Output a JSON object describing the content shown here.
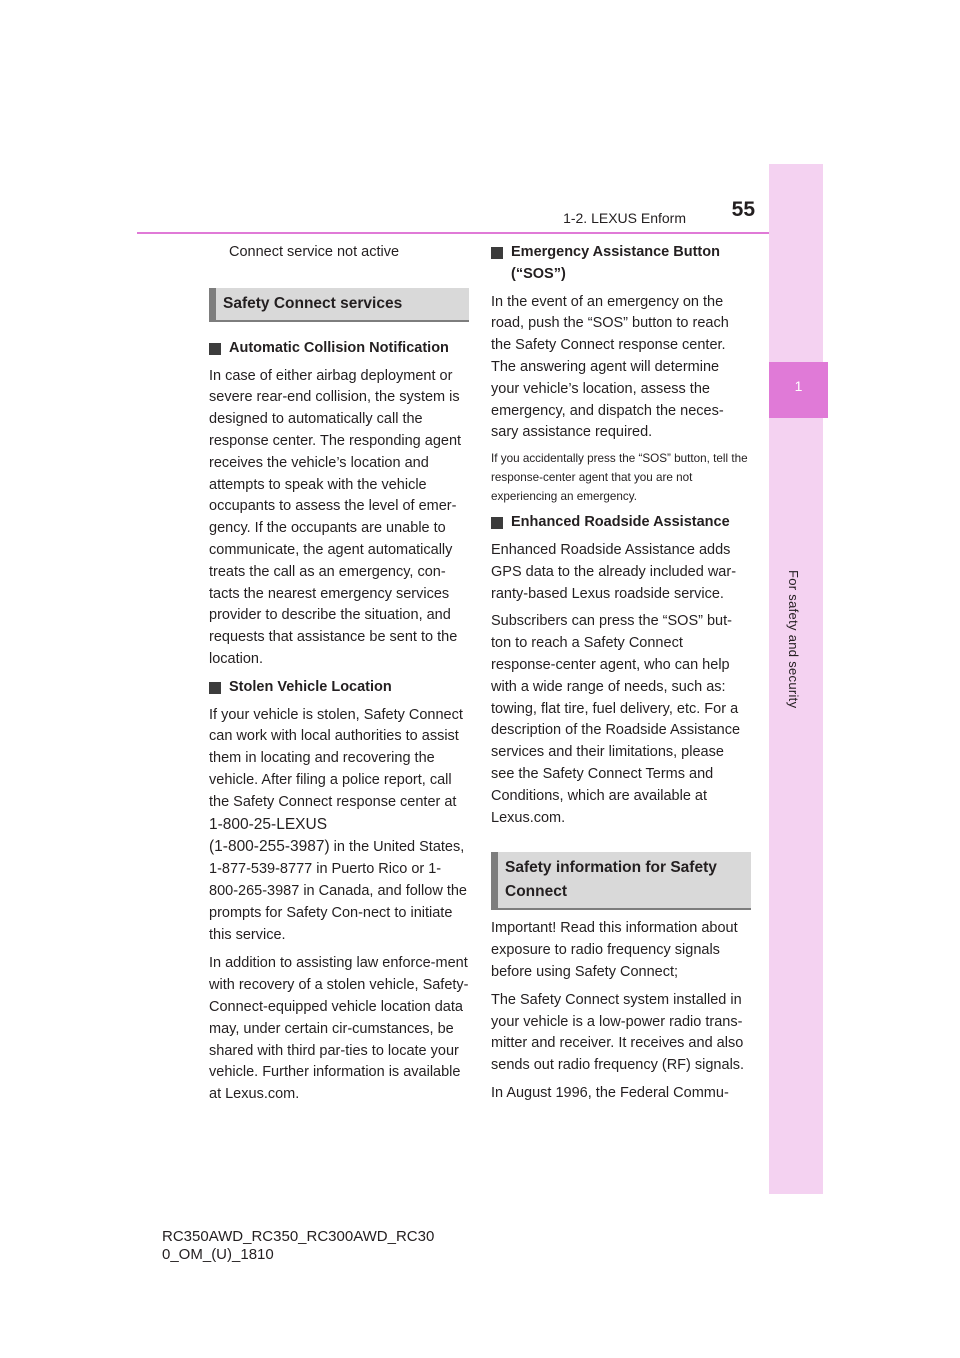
{
  "header": {
    "section_title": "1-2. LEXUS Enform",
    "page_number": "55"
  },
  "side_tab": {
    "chapter_number": "1",
    "chapter_title": "For safety and security"
  },
  "left": {
    "intro": "Connect service not active",
    "band1": "Safety Connect services",
    "sec1_title": "Automatic Collision Notification",
    "sec1_body": "In case of either airbag deployment or severe rear-end collision, the system is designed to automatically call the response center. The responding agent receives the vehicle’s location and attempts to speak with the vehicle occupants to assess the level of emer-gency. If the occupants are unable to communicate, the agent automatically treats the call as an emergency, con-tacts the nearest emergency services provider to describe the situation, and requests that assistance be sent to the location.",
    "sec2_title": "Stolen Vehicle Location",
    "sec2_body_a": "If your vehicle is stolen, Safety Connect can work with local authorities to assist them in locating and recovering the vehicle. After filing a police report, call the Safety Connect response center at",
    "phone_1": "1-800-25-LEXUS",
    "phone_2": "(1-800-255-3987)",
    "sec2_body_b": "in the United States, 1-877-539-8777 in Puerto Rico or 1-800-265-3987 in Canada, and follow the prompts for Safety Con-nect to initiate this service.",
    "sec2_body_c": "In addition to assisting law enforce-ment with recovery of a stolen vehicle, Safety-Connect-equipped vehicle location data may, under certain cir-cumstances, be shared with third par-ties to locate your vehicle. Further information is available at Lexus.com."
  },
  "right": {
    "sec3_title": "Emergency Assistance Button (“SOS”)",
    "sec3_body": "In the event of an emergency on the road, push the “SOS” button to reach the Safety Connect response center. The answering agent will determine your vehicle’s location, assess the emergency, and dispatch the neces-sary assistance required.",
    "sec3_note": "If you accidentally press the “SOS” button, tell the response-center agent that you are not experiencing an emergency.",
    "sec4_title": "Enhanced Roadside Assistance",
    "sec4_body_a": "Enhanced Roadside Assistance adds GPS data to the already included war-ranty-based Lexus roadside service.",
    "sec4_body_b": "Subscribers can press the “SOS” but-ton to reach a Safety Connect response-center agent, who can help with a wide range of needs, such as: towing, flat tire, fuel delivery, etc. For a description of the Roadside Assistance services and their limitations, please see the Safety Connect Terms and Conditions, which are available at Lexus.com.",
    "band2": "Safety information for Safety Connect",
    "body_important": "Important! Read this information about exposure to radio frequency signals before using Safety Connect;",
    "body_system": "The Safety Connect system installed in your vehicle is a low-power radio trans-mitter and receiver. It receives and also sends out radio frequency (RF) signals.",
    "body_august": "In August 1996, the Federal Commu-"
  },
  "footer": {
    "line1": "RC350AWD_RC350_RC300AWD_RC30",
    "line2": "0_OM_(U)_1810"
  },
  "colors": {
    "accent": "#e07ad7",
    "tab_bg": "#f4d2f1",
    "band_bg": "#d9d9d9",
    "band_bar": "#7d7d7d"
  }
}
